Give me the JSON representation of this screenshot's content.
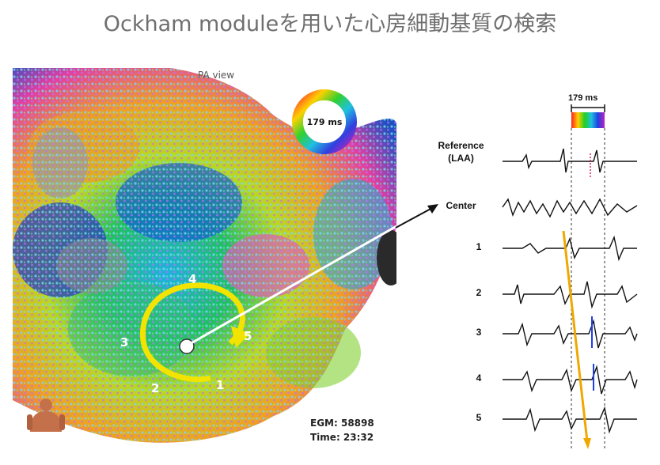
{
  "title": "Ockham moduleを用いた心房細動基質の検索",
  "map": {
    "view_label": "PA view",
    "ring_label": "179 ms",
    "egm_label": "EGM: 58898",
    "time_label": "Time: 23:32",
    "rotation_numbers": [
      "4",
      "3",
      "2",
      "1",
      "5"
    ]
  },
  "egm_panel": {
    "cycle_label": "179 ms",
    "leads": [
      "Reference\n(LAA)",
      "Center",
      "1",
      "2",
      "3",
      "4",
      "5"
    ]
  },
  "colors": {
    "title": "#6f6f6f",
    "rotation_arrow": "#f2e400",
    "trend_arrow": "#f0a800"
  }
}
